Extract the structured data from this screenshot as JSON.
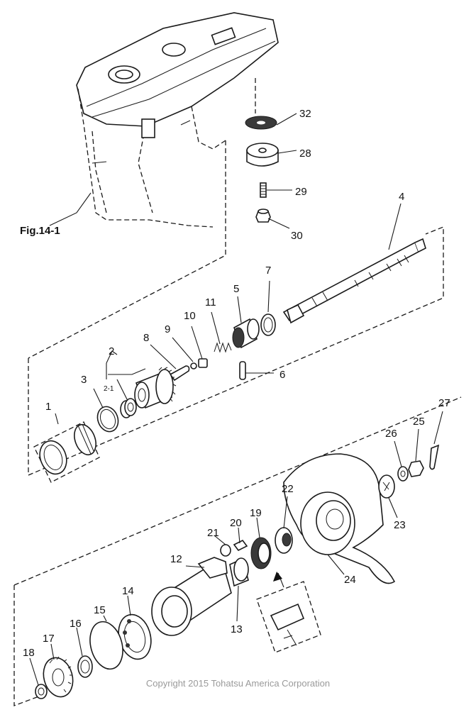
{
  "figure": {
    "fig_label": "Fig.14-1"
  },
  "copyright": "Copyright 2015 Tohatsu America Corporation",
  "labels": [
    {
      "id": "32",
      "text": "32"
    },
    {
      "id": "28",
      "text": "28"
    },
    {
      "id": "29",
      "text": "29"
    },
    {
      "id": "30",
      "text": "30"
    },
    {
      "id": "4",
      "text": "4"
    },
    {
      "id": "7",
      "text": "7"
    },
    {
      "id": "5",
      "text": "5"
    },
    {
      "id": "11",
      "text": "11"
    },
    {
      "id": "10",
      "text": "10"
    },
    {
      "id": "9",
      "text": "9"
    },
    {
      "id": "8",
      "text": "8"
    },
    {
      "id": "2",
      "text": "2"
    },
    {
      "id": "2-1",
      "text": "2-1"
    },
    {
      "id": "3",
      "text": "3"
    },
    {
      "id": "1",
      "text": "1"
    },
    {
      "id": "6",
      "text": "6"
    },
    {
      "id": "27",
      "text": "27"
    },
    {
      "id": "26",
      "text": "26"
    },
    {
      "id": "25",
      "text": "25"
    },
    {
      "id": "22",
      "text": "22"
    },
    {
      "id": "23",
      "text": "23"
    },
    {
      "id": "21",
      "text": "21"
    },
    {
      "id": "20",
      "text": "20"
    },
    {
      "id": "19",
      "text": "19"
    },
    {
      "id": "12",
      "text": "12"
    },
    {
      "id": "24",
      "text": "24"
    },
    {
      "id": "14",
      "text": "14"
    },
    {
      "id": "15",
      "text": "15"
    },
    {
      "id": "16",
      "text": "16"
    },
    {
      "id": "17",
      "text": "17"
    },
    {
      "id": "13",
      "text": "13"
    },
    {
      "id": "18",
      "text": "18"
    }
  ]
}
